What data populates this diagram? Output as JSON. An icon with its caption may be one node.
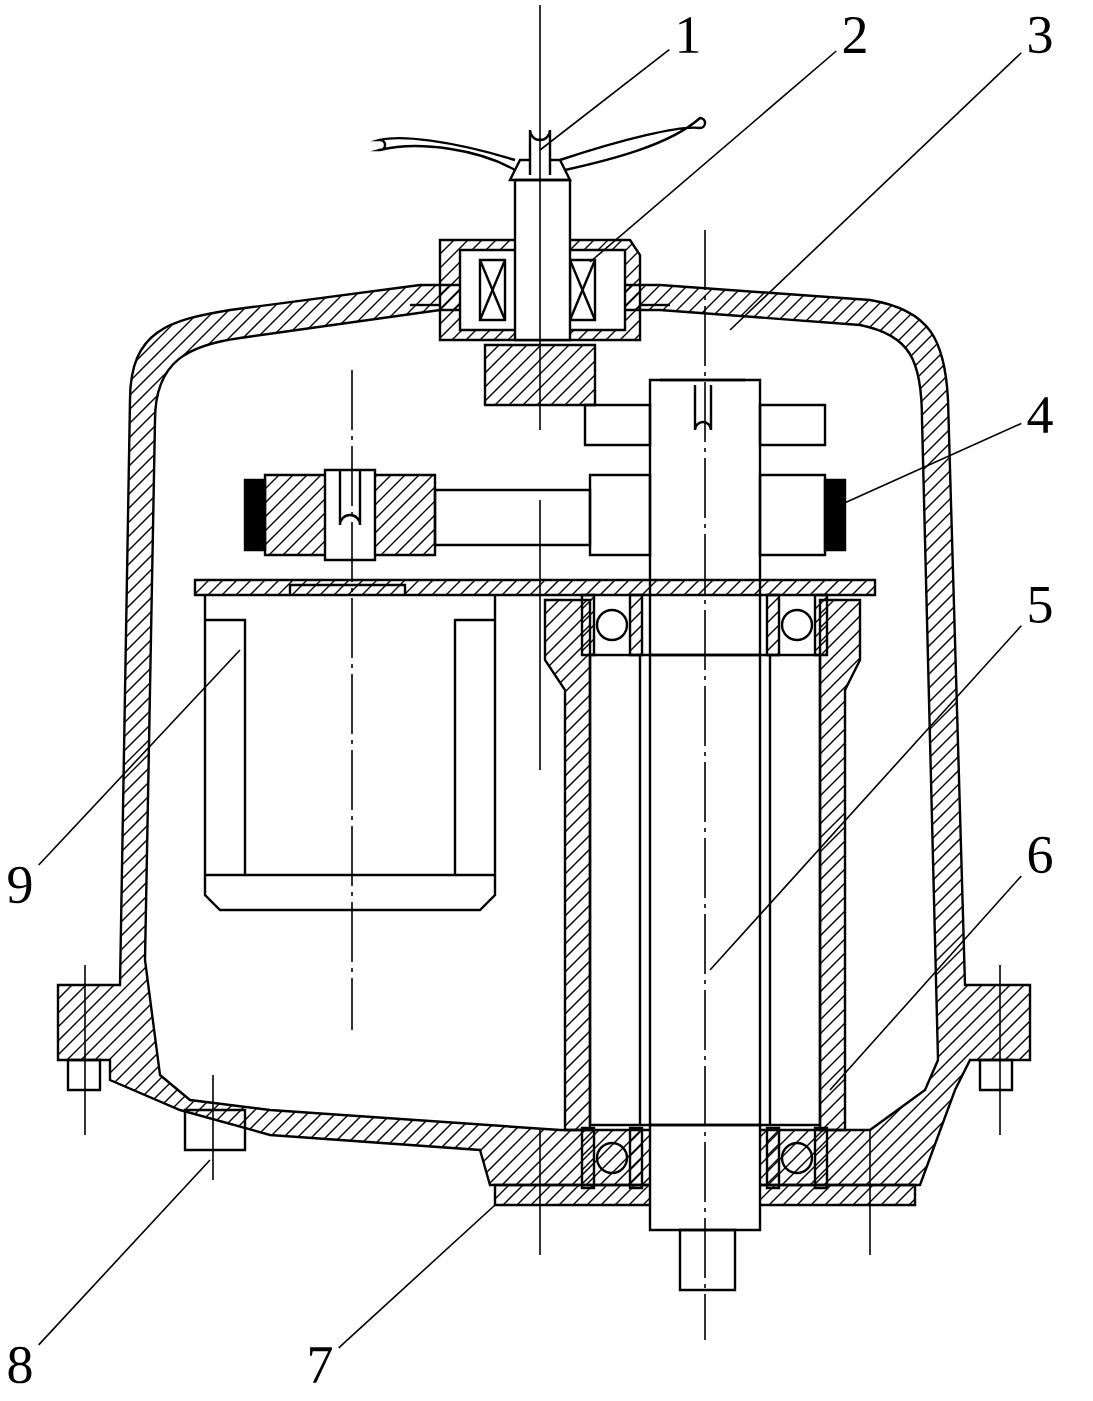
{
  "diagram": {
    "nodes": [
      {
        "text": [
          "1"
        ]
      },
      {
        "text": [
          "2"
        ]
      },
      {
        "text": [
          "3"
        ]
      },
      {
        "text": [
          "4"
        ]
      },
      {
        "text": [
          "5"
        ]
      },
      {
        "text": [
          "6"
        ]
      },
      {
        "text": [
          "7"
        ]
      },
      {
        "text": [
          "8"
        ]
      },
      {
        "text": [
          "9"
        ]
      }
    ],
    "edges": [
      {
        "from": 0,
        "to": null,
        "arrow": "none"
      },
      {
        "from": 1,
        "to": null,
        "arrow": "none"
      },
      {
        "from": 2,
        "to": null,
        "arrow": "none"
      },
      {
        "from": 3,
        "to": null,
        "arrow": "none"
      },
      {
        "from": 4,
        "to": null,
        "arrow": "none"
      },
      {
        "from": 5,
        "to": null,
        "arrow": "none"
      },
      {
        "from": 6,
        "to": null,
        "arrow": "none"
      },
      {
        "from": 7,
        "to": null,
        "arrow": "none"
      },
      {
        "from": 8,
        "to": null,
        "arrow": "none"
      }
    ]
  }
}
